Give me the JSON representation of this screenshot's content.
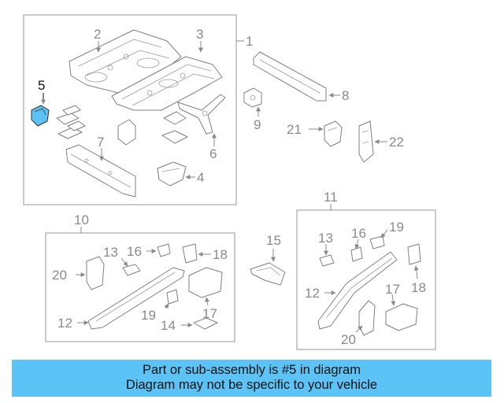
{
  "diagram": {
    "callouts": {
      "c1": "1",
      "c2": "2",
      "c3": "3",
      "c4": "4",
      "c5": "5",
      "c6": "6",
      "c7": "7",
      "c8": "8",
      "c9": "9",
      "c21": "21",
      "c22": "22",
      "c10": "10",
      "c13a": "13",
      "c16a": "16",
      "c18a": "18",
      "c20a": "20",
      "c12a": "12",
      "c19a": "19",
      "c17a": "17",
      "c14": "14",
      "c15": "15",
      "c11": "11",
      "c13b": "13",
      "c16b": "16",
      "c19b": "19",
      "c18b": "18",
      "c12b": "12",
      "c17b": "17",
      "c20b": "20"
    },
    "highlight_color": "#5bc3f5"
  },
  "banner": {
    "line1": "Part or sub-assembly is #5 in diagram",
    "line2": "Diagram may not be specific to your vehicle",
    "background": "#5bc3f5"
  }
}
